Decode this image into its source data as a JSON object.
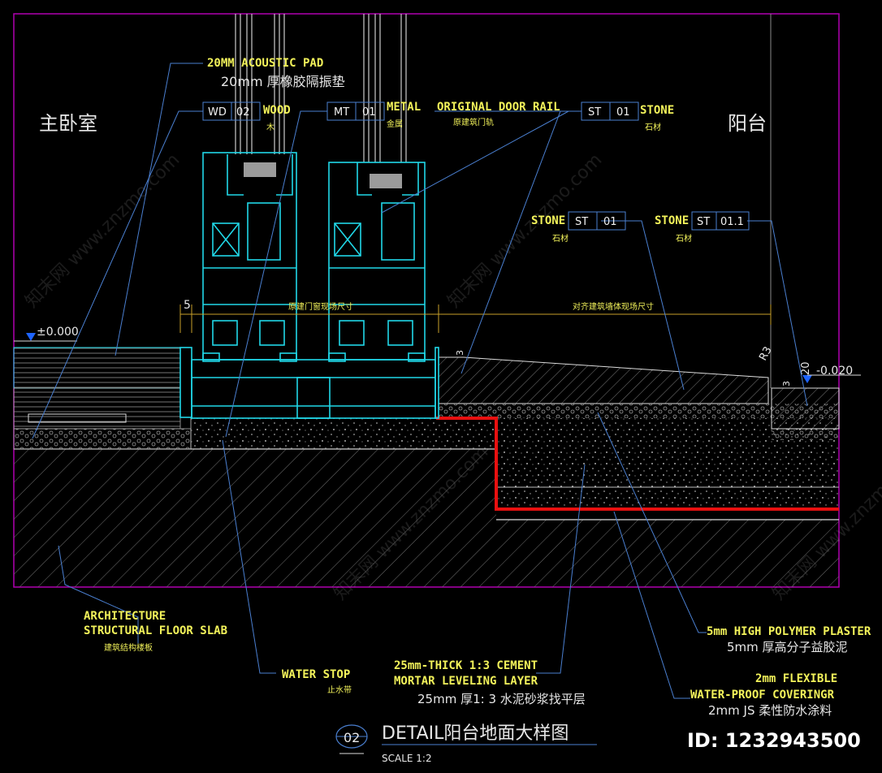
{
  "rooms": {
    "master_bedroom": "主卧室",
    "balcony": "阳台"
  },
  "callouts": {
    "acoustic_pad_en": "20MM ACOUSTIC PAD",
    "acoustic_pad_cn": "20mm 厚橡胶隔振垫",
    "wood": {
      "code": "WD",
      "num": "02",
      "en": "WOOD",
      "cn": "木"
    },
    "metal": {
      "code": "MT",
      "num": "01",
      "en": "METAL",
      "cn": "金属"
    },
    "rail_en": "ORIGINAL DOOR RAIL",
    "rail_cn": "原建筑门轨",
    "stone_top": {
      "code": "ST",
      "num": "01",
      "en": "STONE",
      "cn": "石材"
    },
    "stone_mid": {
      "code": "ST",
      "num": "01",
      "en": "STONE",
      "cn": "石材"
    },
    "stone_right": {
      "code": "ST",
      "num": "01.1",
      "en": "STONE",
      "cn": "石材"
    }
  },
  "dimensions": {
    "d5": "5",
    "door_size_note": "原建门窗现场尺寸",
    "wall_size_note": "对齐建筑墙体现场尺寸",
    "level_left": "±0.000",
    "level_right": "-0.020",
    "r3": "R3",
    "d20": "20",
    "d3a": "3",
    "d3b": "3"
  },
  "notes": {
    "slab_en1": "ARCHITECTURE",
    "slab_en2": "STRUCTURAL FLOOR SLAB",
    "slab_cn": "建筑结构楼板",
    "waterstop_en": "WATER STOP",
    "waterstop_cn": "止水带",
    "mortar_en1": "25mm-THICK 1:3 CEMENT",
    "mortar_en2": "MORTAR LEVELING LAYER",
    "mortar_cn": "25mm 厚1: 3 水泥砂浆找平层",
    "plaster_en": "5mm HIGH POLYMER PLASTER",
    "plaster_cn": "5mm 厚高分子益胶泥",
    "wp_en1": "2mm FLEXIBLE",
    "wp_en2": "WATER-PROOF COVERINGR",
    "wp_cn": "2mm JS 柔性防水涂料"
  },
  "title": {
    "number": "02",
    "text": "DETAIL阳台地面大样图",
    "scale": "SCALE   1:2"
  },
  "id_text": "ID: 1232943500",
  "watermark": "知末网 www.znzmo.com",
  "colors": {
    "frame": "#b000b0",
    "door": "#20d8e8",
    "membrane": "#e81010",
    "dim": "#c8a02a",
    "leader": "#4a7fd0"
  }
}
